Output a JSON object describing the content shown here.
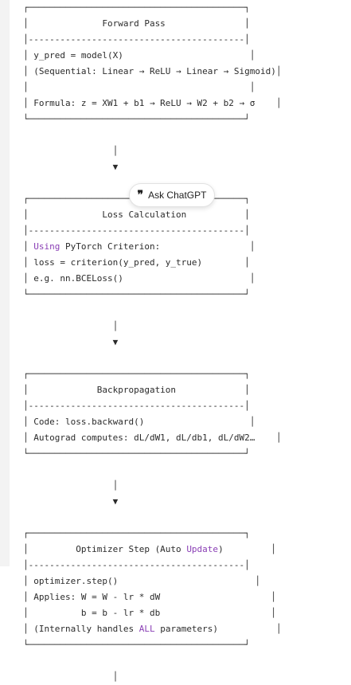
{
  "diagram": {
    "forward": {
      "top_border": "┌─────────────────────────────────────────┐",
      "title": "│              Forward Pass               │",
      "divider": "│-----------------------------------------│",
      "l1": "│ y_pred = model(X)                        │",
      "l2": "│ (Sequential: Linear → ReLU → Linear → Sigmoid)│",
      "l3": "│                                          │",
      "l4": "│ Formula: z = XW1 + b1 → ReLU → W2 + b2 → σ    │",
      "bottom_border": "└─────────────────────────────────────────┘"
    },
    "connector_1": {
      "pipe": "                 │",
      "arrow": "                 ▼"
    },
    "loss": {
      "top_border": "┌─────────────────────────────────────────┐",
      "title": "│              Loss Calculation           │",
      "divider": "│-----------------------------------------│",
      "l1_pre": "│ ",
      "l1_kw": "Using",
      "l1_post": " PyTorch Criterion:                 │",
      "l2": "│ loss = criterion(y_pred, y_true)        │",
      "l3": "│ e.g. nn.BCELoss()                        │",
      "bottom_border": "└─────────────────────────────────────────┘"
    },
    "connector_2": {
      "pipe": "                 │",
      "arrow": "                 ▼"
    },
    "backprop": {
      "top_border": "┌─────────────────────────────────────────┐",
      "title": "│             Backpropagation             │",
      "divider": "│-----------------------------------------│",
      "l1": "│ Code: loss.backward()                    │",
      "l2": "│ Autograd computes: dL/dW1, dL/db1, dL/dW2…    │",
      "bottom_border": "└─────────────────────────────────────────┘"
    },
    "connector_3": {
      "pipe": "                 │",
      "arrow": "                 ▼"
    },
    "optimizer": {
      "top_border": "┌─────────────────────────────────────────┐",
      "title_pre": "│         Optimizer Step (Auto ",
      "title_kw": "Update",
      "title_post": ")         │",
      "divider": "│-----------------------------------------│",
      "l1": "│ optimizer.step()                          │",
      "l2": "│ Applies: W = W - lr * dW                     │",
      "l3": "│          b = b - lr * db                     │",
      "l4_pre": "│ (Internally handles ",
      "l4_kw": "ALL",
      "l4_post": " parameters)           │",
      "bottom_border": "└─────────────────────────────────────────┘"
    },
    "connector_4": {
      "pipe": "                 │"
    }
  },
  "popover": {
    "icon": "❞",
    "label": "Ask ChatGPT"
  }
}
